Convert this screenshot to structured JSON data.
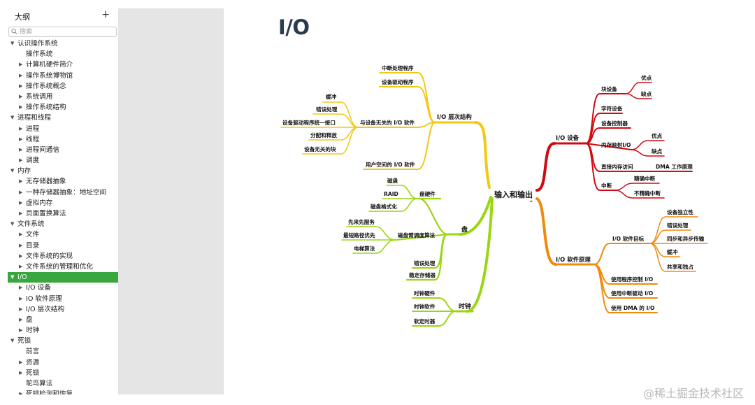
{
  "sidebar": {
    "title": "大纲",
    "add_label": "+",
    "search_placeholder": "搜索",
    "items": [
      {
        "label": "认识操作系统",
        "level": 0,
        "arrow": "down"
      },
      {
        "label": "操作系统",
        "level": 1,
        "arrow": ""
      },
      {
        "label": "计算机硬件简介",
        "level": 1,
        "arrow": "right"
      },
      {
        "label": "操作系统博物馆",
        "level": 1,
        "arrow": "right"
      },
      {
        "label": "操作系统概念",
        "level": 1,
        "arrow": "right"
      },
      {
        "label": "系统调用",
        "level": 1,
        "arrow": "right"
      },
      {
        "label": "操作系统结构",
        "level": 1,
        "arrow": "right"
      },
      {
        "label": "进程和线程",
        "level": 0,
        "arrow": "down"
      },
      {
        "label": "进程",
        "level": 1,
        "arrow": "right"
      },
      {
        "label": "线程",
        "level": 1,
        "arrow": "right"
      },
      {
        "label": "进程间通信",
        "level": 1,
        "arrow": "right"
      },
      {
        "label": "调度",
        "level": 1,
        "arrow": "right"
      },
      {
        "label": "内存",
        "level": 0,
        "arrow": "down"
      },
      {
        "label": "无存储器抽象",
        "level": 1,
        "arrow": "right"
      },
      {
        "label": "一种存储器抽象：地址空间",
        "level": 1,
        "arrow": "right"
      },
      {
        "label": "虚拟内存",
        "level": 1,
        "arrow": "right"
      },
      {
        "label": "页面置换算法",
        "level": 1,
        "arrow": "right"
      },
      {
        "label": "文件系统",
        "level": 0,
        "arrow": "down"
      },
      {
        "label": "文件",
        "level": 1,
        "arrow": "right"
      },
      {
        "label": "目录",
        "level": 1,
        "arrow": "right"
      },
      {
        "label": "文件系统的实现",
        "level": 1,
        "arrow": "right"
      },
      {
        "label": "文件系统的管理和优化",
        "level": 1,
        "arrow": "right"
      },
      {
        "label": "I/O",
        "level": 0,
        "arrow": "down",
        "selected": true
      },
      {
        "label": "I/O 设备",
        "level": 1,
        "arrow": "right"
      },
      {
        "label": "IO 软件原理",
        "level": 1,
        "arrow": "right"
      },
      {
        "label": "I/O 层次结构",
        "level": 1,
        "arrow": "right"
      },
      {
        "label": "盘",
        "level": 1,
        "arrow": "right"
      },
      {
        "label": "时钟",
        "level": 1,
        "arrow": "right"
      },
      {
        "label": "死锁",
        "level": 0,
        "arrow": "down"
      },
      {
        "label": "前言",
        "level": 1,
        "arrow": ""
      },
      {
        "label": "资源",
        "level": 1,
        "arrow": "right"
      },
      {
        "label": "死锁",
        "level": 1,
        "arrow": "right"
      },
      {
        "label": "鸵鸟算法",
        "level": 1,
        "arrow": ""
      },
      {
        "label": "死锁检测和恢复",
        "level": 1,
        "arrow": "right"
      }
    ]
  },
  "document": {
    "title": "I/O"
  },
  "mindmap": {
    "root": "输入和输出",
    "colors": {
      "red": "#cf0a12",
      "orange": "#f08a0c",
      "yellow": "#f4c814",
      "green": "#9ad612",
      "selected": "#3aa63f"
    },
    "branches": {
      "layer": {
        "label": "I/O 层次结构",
        "children": [
          "中断处理程序",
          "设备驱动程序",
          "与设备无关的 I/O 软件",
          "用户空间的 I/O 软件"
        ],
        "grandchildren": [
          "缓冲",
          "错误处理",
          "设备驱动程序统一接口",
          "分配和释放",
          "设备无关的块"
        ]
      },
      "disk": {
        "label": "盘",
        "children": [
          "盘硬件",
          "磁盘臂调度算法",
          "错误处理",
          "稳定存储器"
        ],
        "hw": [
          "磁盘",
          "RAID",
          "磁盘格式化"
        ],
        "sched": [
          "先来先服务",
          "最短路径优先",
          "电梯算法"
        ]
      },
      "clock": {
        "label": "时钟",
        "children": [
          "时钟硬件",
          "时钟软件",
          "软定时器"
        ]
      },
      "device": {
        "label": "I/O 设备",
        "children": [
          "块设备",
          "字符设备",
          "设备控制器",
          "内存映射I/O",
          "直接内存访问",
          "中断"
        ],
        "block": [
          "优点",
          "缺点"
        ],
        "mmio": [
          "优点",
          "缺点"
        ],
        "dma": "DMA 工作原理",
        "irq": [
          "精确中断",
          "不精确中断"
        ]
      },
      "software": {
        "label": "I/O 软件原理",
        "children": [
          "I/O 软件目标",
          "使用程序控制 I/O",
          "使用中断驱动 I/O",
          "使用 DMA 的 I/O"
        ],
        "goals": [
          "设备独立性",
          "错误处理",
          "同步和异步传输",
          "缓冲",
          "共享和独占"
        ]
      }
    }
  },
  "watermark": "@稀土掘金技术社区"
}
